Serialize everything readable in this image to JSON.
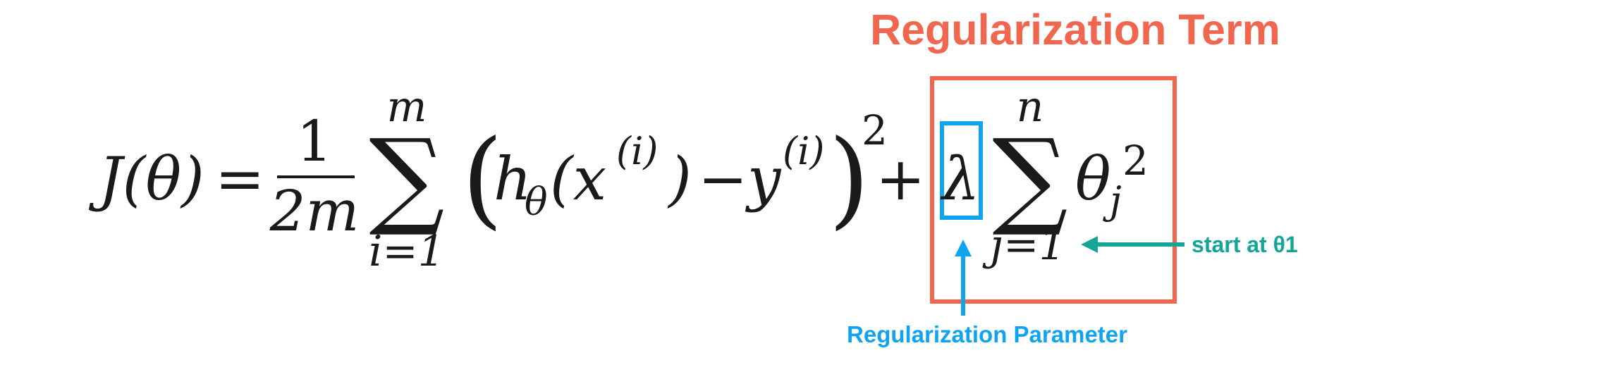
{
  "equation": {
    "lhs": "J(θ)",
    "equals": "=",
    "frac_num": "1",
    "frac_den": "2m",
    "sum_symbol": "∑",
    "sum1_upper": "m",
    "sum1_lower": "i=1",
    "open_paren": "(",
    "h": "h",
    "h_sub": "θ",
    "x_arg_open": "(x",
    "x_sup": "(i)",
    "x_arg_close": ")",
    "minus": "−",
    "y": "y",
    "y_sup": "(i)",
    "close_paren": ")",
    "square": "2",
    "plus": "+",
    "lambda": "λ",
    "sum2_upper": "n",
    "sum2_lower": "j=1",
    "theta": "θ",
    "theta_sub": "j",
    "theta_sup": "2"
  },
  "annotations": {
    "regularization_term": "Regularization Term",
    "regularization_parameter": "Regularization Parameter",
    "start_note": "start at θ1"
  },
  "colors": {
    "term_box": "#f0664f",
    "parameter": "#10a4f0",
    "start_note": "#14a596",
    "math": "#1a1a1a"
  }
}
